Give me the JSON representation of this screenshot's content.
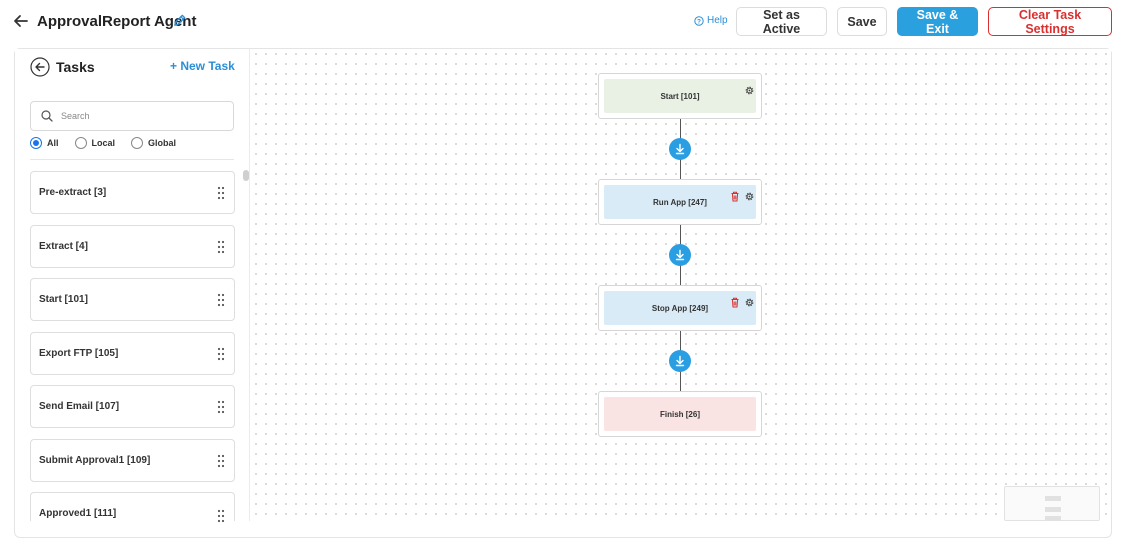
{
  "header": {
    "title": "ApprovalReport Agent",
    "help_label": "Help",
    "buttons": {
      "set_active": "Set as Active",
      "save": "Save",
      "save_exit": "Save & Exit",
      "clear": "Clear Task Settings"
    }
  },
  "sidebar": {
    "title": "Tasks",
    "new_task": "+ New Task",
    "search_placeholder": "Search",
    "filters": [
      {
        "label": "All",
        "checked": true
      },
      {
        "label": "Local",
        "checked": false
      },
      {
        "label": "Global",
        "checked": false
      }
    ],
    "tasks": [
      "Pre-extract [3]",
      "Extract [4]",
      "Start [101]",
      "Export FTP [105]",
      "Send Email [107]",
      "Submit Approval1 [109]",
      "Approved1 [111]"
    ]
  },
  "canvas": {
    "nodes": [
      {
        "label": "Start [101]",
        "color": "#e8f1e4",
        "icons": [
          "gear-icon"
        ]
      },
      {
        "label": "Run App [247]",
        "color": "#d9ebf6",
        "icons": [
          "trash-icon",
          "gear-icon"
        ]
      },
      {
        "label": "Stop App [249]",
        "color": "#d9ebf6",
        "icons": [
          "trash-icon",
          "gear-icon"
        ]
      },
      {
        "label": "Finish [26]",
        "color": "#f9e3e3",
        "icons": []
      }
    ]
  },
  "colors": {
    "accent": "#2aa0de",
    "danger": "#d9302f",
    "link": "#2a8fd6"
  }
}
